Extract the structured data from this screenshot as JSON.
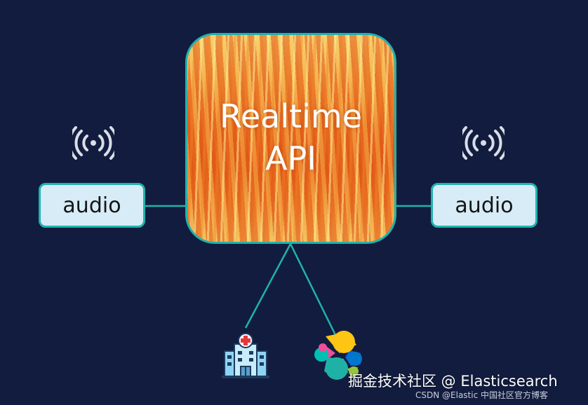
{
  "center_node": {
    "line1": "Realtime",
    "line2": "API"
  },
  "left_node": {
    "label": "audio"
  },
  "right_node": {
    "label": "audio"
  },
  "icons": {
    "left_signal": "wireless-signal-icon",
    "right_signal": "wireless-signal-icon",
    "hospital": "hospital-building-icon",
    "elastic": "elastic-logo-icon"
  },
  "colors": {
    "background": "#121c3f",
    "connector": "#1fb3ad",
    "box_fill": "#d7ecf7",
    "signal": "#d9dde6"
  },
  "watermark": {
    "main": "掘金技术社区 @ Elasticsearch",
    "sub": "CSDN @Elastic 中国社区官方博客"
  }
}
